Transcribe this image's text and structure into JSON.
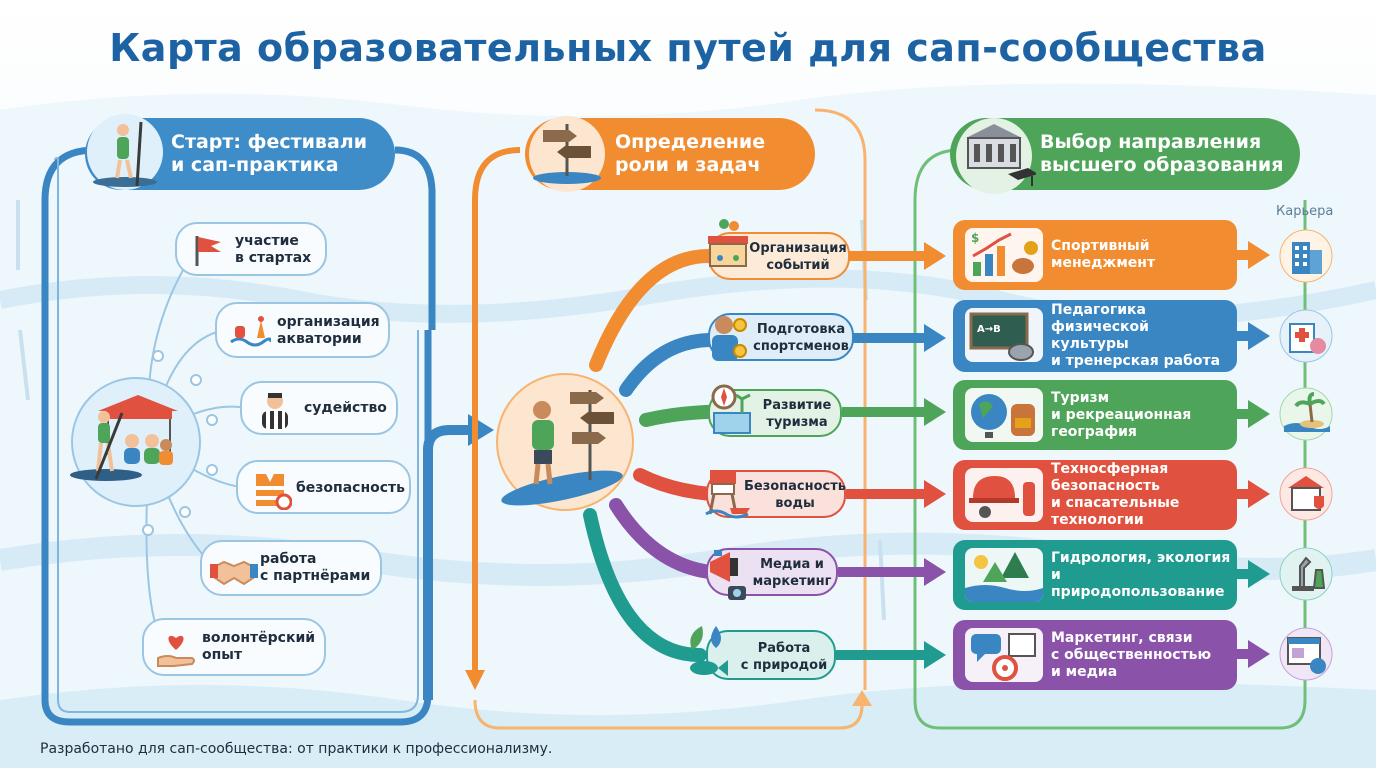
{
  "title": "Карта образовательных путей для сап-сообщества",
  "footer": "Разработано для сап-сообщества: от практики к профессионализму.",
  "colors": {
    "title": "#1d63a4",
    "blue": "#3f8dc8",
    "orange": "#f28c30",
    "green": "#4ea55a",
    "teal": "#1f9b8f",
    "red": "#e0523f",
    "purple": "#8a52a8",
    "light_blue": "#3a86c3"
  },
  "start": {
    "title": "Старт: фестивали и сап-практика",
    "title_line1": "Старт: фестивали",
    "title_line2": "и сап-практика",
    "items": [
      {
        "line1": "участие",
        "line2": "в стартах",
        "icon": "red-flag-icon"
      },
      {
        "line1": "организация",
        "line2": "акватории",
        "icon": "buoy-icon"
      },
      {
        "line1": "судейство",
        "line2": "",
        "icon": "referee-icon"
      },
      {
        "line1": "безопасность",
        "line2": "",
        "icon": "life-vest-icon"
      },
      {
        "line1": "работа",
        "line2": "с партнёрами",
        "icon": "handshake-icon"
      },
      {
        "line1": "волонтёрский",
        "line2": "опыт",
        "icon": "heart-hand-icon"
      }
    ]
  },
  "roles_header": {
    "line1": "Определение",
    "line2": "роли и задач"
  },
  "roles": [
    {
      "line1": "Организация",
      "line2": "событий",
      "icon": "event-stage-icon"
    },
    {
      "line1": "Подготовка",
      "line2": "спортсменов",
      "icon": "coach-medal-icon"
    },
    {
      "line1": "Развитие",
      "line2": "туризма",
      "icon": "compass-map-icon"
    },
    {
      "line1": "Безопасность",
      "line2": "воды",
      "icon": "lifeguard-tower-icon"
    },
    {
      "line1": "Медиа и",
      "line2": "маркетинг",
      "icon": "megaphone-camera-icon"
    },
    {
      "line1": "Работа",
      "line2": "с природой",
      "icon": "leaf-drop-fish-icon"
    }
  ],
  "directions_header": {
    "line1": "Выбор направления",
    "line2": "высшего образования"
  },
  "career_label": "Карьера",
  "directions": [
    {
      "lines": [
        "Спортивный",
        "менеджмент"
      ],
      "icon": "sports-chart-icon",
      "career_icon": "office-building-icon"
    },
    {
      "lines": [
        "Педагогика",
        "физической культуры",
        "и тренерская работа"
      ],
      "icon": "chalkboard-whistle-icon",
      "career_icon": "hospital-brain-icon"
    },
    {
      "lines": [
        "Туризм",
        "и рекреационная",
        "география"
      ],
      "icon": "globe-backpack-icon",
      "career_icon": "island-palm-icon"
    },
    {
      "lines": [
        "Техносферная",
        "безопасность",
        "и спасательные",
        "технологии"
      ],
      "icon": "helmet-extinguisher-icon",
      "career_icon": "rescue-station-icon"
    },
    {
      "lines": [
        "Гидрология, экология",
        "и природопользование"
      ],
      "icon": "nature-landscape-icon",
      "career_icon": "microscope-flask-icon"
    },
    {
      "lines": [
        "Маркетинг, связи",
        "с общественностью",
        "и медиа"
      ],
      "icon": "chat-target-icon",
      "career_icon": "web-page-globe-icon"
    }
  ]
}
